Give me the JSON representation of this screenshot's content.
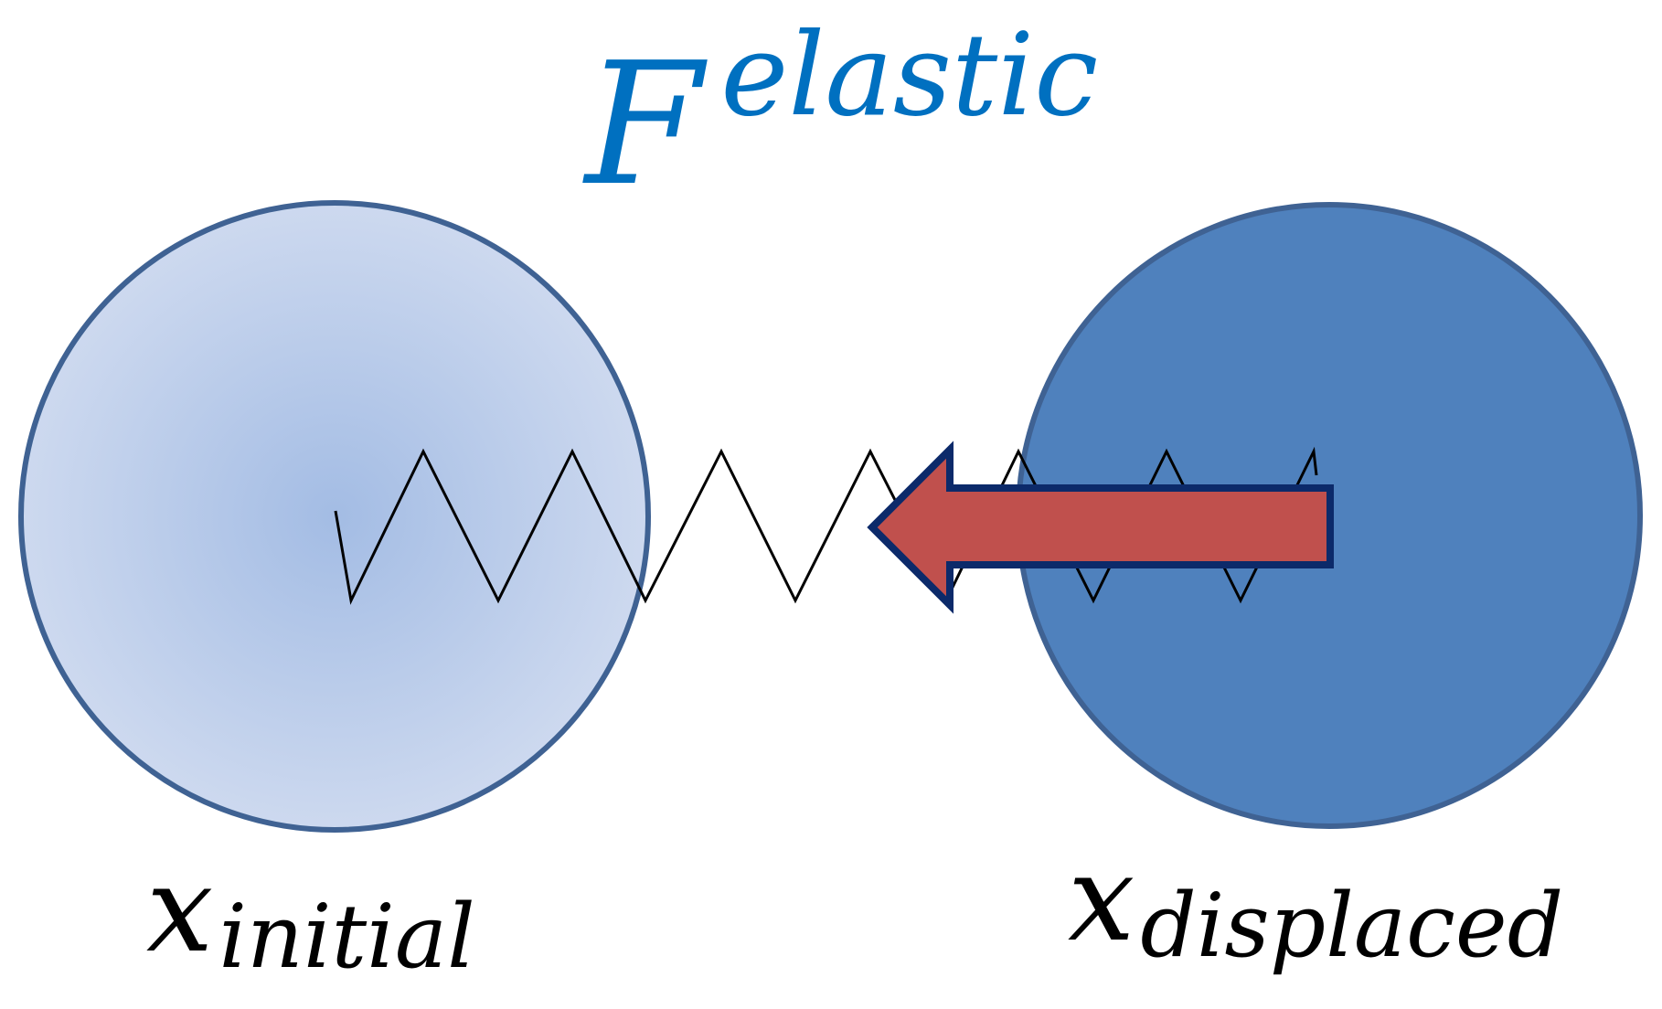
{
  "force_label": {
    "base": "F",
    "superscript": "elastic"
  },
  "initial_label": {
    "base": "x",
    "subscript": "initial"
  },
  "displaced_label": {
    "base": "x",
    "subscript": "displaced"
  },
  "colors": {
    "force_text": "#0070c0",
    "label_text": "#000000",
    "initial_circle_fill_center": "#a3bce4",
    "initial_circle_fill_edge": "#cdd9ef",
    "circle_stroke": "#3f6293",
    "displaced_circle_fill": "#4f81bd",
    "arrow_fill": "#c0504d",
    "arrow_stroke": "#0c2a6a",
    "spring_stroke": "#000000"
  }
}
